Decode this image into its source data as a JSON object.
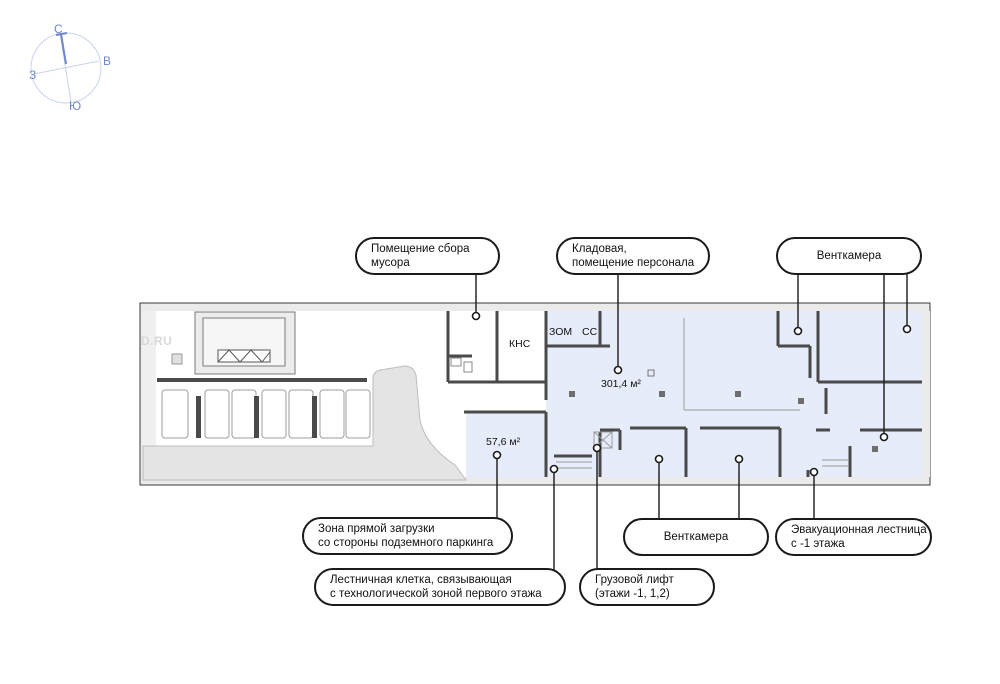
{
  "compass": {
    "north": "С",
    "east": "В",
    "south": "Ю",
    "west": "З"
  },
  "watermark": "D.RU",
  "rooms": {
    "kns": "КНС",
    "zom": "ЗОМ",
    "ss": "СС"
  },
  "areas": {
    "main": "301,4 м²",
    "loading": "57,6 м²"
  },
  "callouts": {
    "garbage": {
      "line1": "Помещение сбора",
      "line2": "мусора"
    },
    "storage": {
      "line1": "Кладовая,",
      "line2": "помещение персонала"
    },
    "vent_top": {
      "line1": "Венткамера"
    },
    "loading": {
      "line1": "Зона прямой загрузки",
      "line2": "со стороны подземного паркинга"
    },
    "vent_bottom": {
      "line1": "Венткамера"
    },
    "evac": {
      "line1": "Эвакуационная лестница",
      "line2": "с -1 этажа"
    },
    "stair": {
      "line1": "Лестничная клетка, связывающая",
      "line2": "с технологической зоной первого этажа"
    },
    "lift": {
      "line1": "Грузовой лифт",
      "line2": "(этажи -1, 1,2)"
    }
  },
  "colors": {
    "highlight": "#e6ecf9",
    "wall": "#4a4a4a",
    "compass": "#6f86c9"
  }
}
